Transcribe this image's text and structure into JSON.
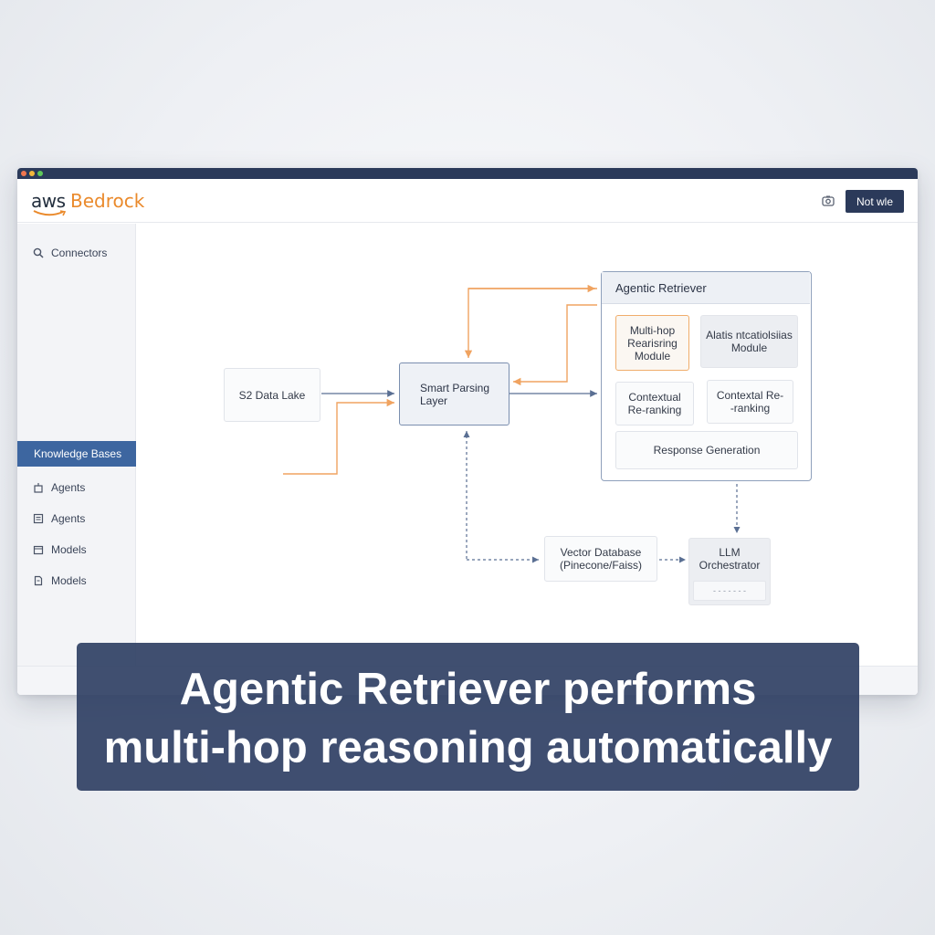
{
  "header": {
    "logo_prefix": "aws",
    "logo_name": "Bedrock",
    "button_label": "Not wle"
  },
  "sidebar": {
    "items": [
      {
        "label": "Connectors",
        "icon": "search-icon"
      },
      {
        "label": "Knowledge Bases",
        "icon": ""
      },
      {
        "label": "Agents",
        "icon": "agent-icon"
      },
      {
        "label": "Agents",
        "icon": "list-icon"
      },
      {
        "label": "Models",
        "icon": "model-icon"
      },
      {
        "label": "Models",
        "icon": "document-icon"
      }
    ],
    "active_index": 1
  },
  "diagram": {
    "data_lake": "S2 Data Lake",
    "smart_parsing": "Smart Parsing Layer",
    "agentic_title": "Agentic Retriever",
    "multi_hop": "Multi-hop Rearisring Module",
    "module_b": "Alatis ntcatiolsiias Module",
    "contextual_a": "Contextual Re-ranking",
    "contextual_b": "Contextal Re- -ranking",
    "response": "Response Generation",
    "vector_db": "Vector Database (Pinecone/Faiss)",
    "llm": "LLM Orchestrator",
    "llm_sub": "- - - - - - -"
  },
  "caption": {
    "line1": "Agentic Retriever performs",
    "line2": "multi-hop reasoning automatically"
  },
  "colors": {
    "navy": "#2b3a5a",
    "accent_blue": "#3d66a0",
    "orange": "#ea8a2c",
    "arrow_orange": "#f0a360",
    "arrow_blue": "#5a6f93"
  }
}
